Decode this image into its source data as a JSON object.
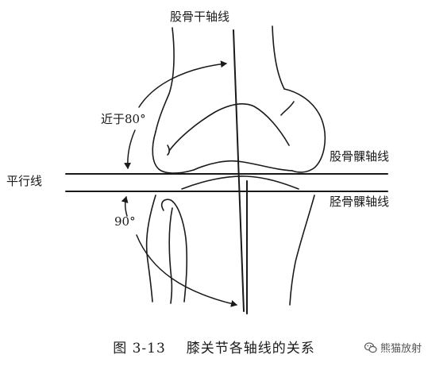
{
  "labels": {
    "femoral_shaft_axis": "股骨干轴线",
    "approx_angle": "近于80°",
    "parallel_lines": "平行线",
    "femoral_condylar_axis": "股骨髁轴线",
    "tibial_condylar_axis": "胫骨髁轴线",
    "right_angle": "90°"
  },
  "caption": {
    "figure_number": "图 3-13",
    "title": "膝关节各轴线的关系"
  },
  "watermark": {
    "text": "熊猫放射",
    "icon": "wechat-icon"
  },
  "colors": {
    "ink": "#1a1a1a",
    "watermark": "#555555"
  }
}
